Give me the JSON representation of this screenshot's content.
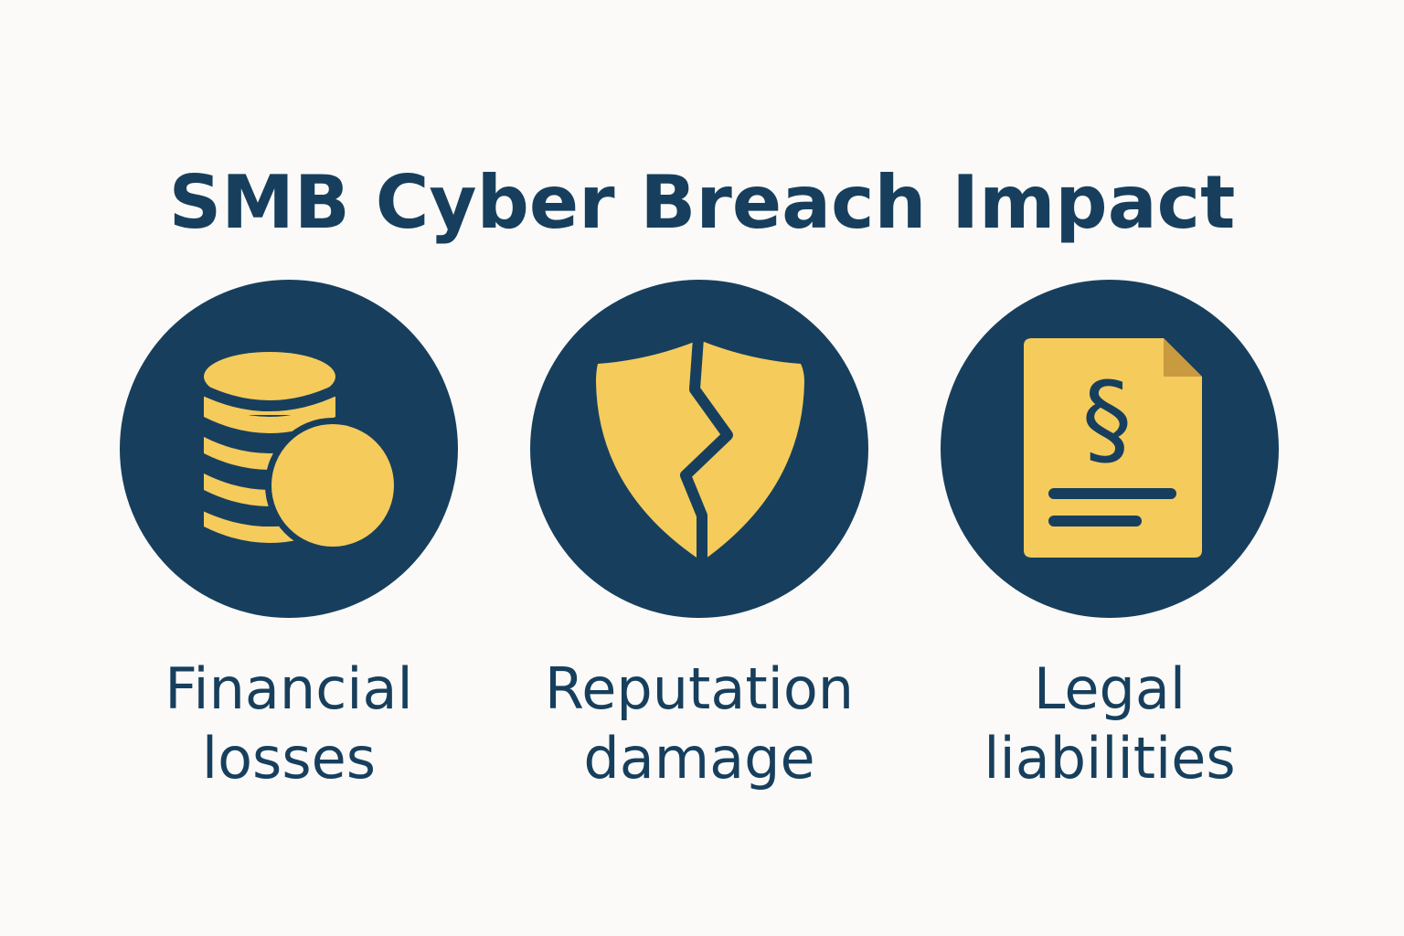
{
  "title": "SMB Cyber Breach Impact",
  "colors": {
    "background": "#fbfaf8",
    "navy": "#173f5d",
    "yellow": "#f5cb5c",
    "fold": "#c99a3f"
  },
  "items": [
    {
      "icon": "coins-icon",
      "line1": "Financial",
      "line2": "losses"
    },
    {
      "icon": "broken-shield-icon",
      "line1": "Reputation",
      "line2": "damage"
    },
    {
      "icon": "legal-document-icon",
      "line1": "Legal",
      "line2": "liabilities"
    }
  ]
}
